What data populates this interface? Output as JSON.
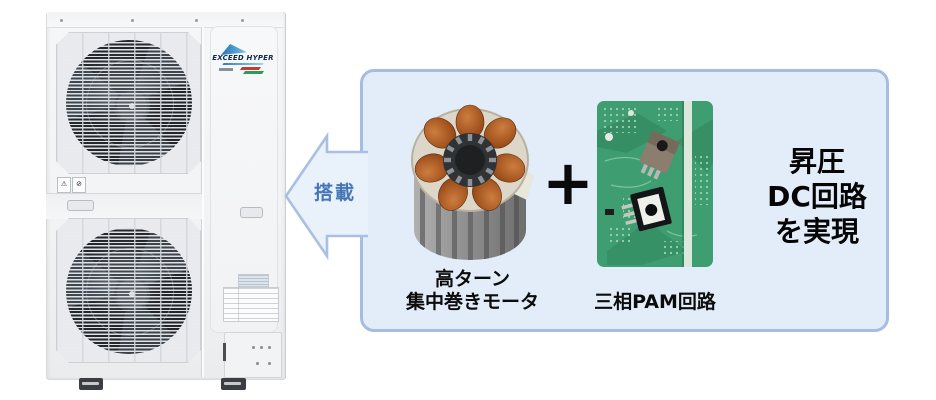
{
  "figure": {
    "unit": {
      "brand": "EXCEED HYPER"
    },
    "arrow": {
      "label": "搭載"
    },
    "panel": {
      "motor_caption": [
        "高ターン",
        "集中巻きモータ"
      ],
      "plus": "+",
      "pcb_caption": "三相PAM回路",
      "result": [
        "昇圧",
        "DC回路",
        "を実現"
      ]
    },
    "icons": {
      "warning": "⚠",
      "prohibition": "⊘"
    },
    "colors": {
      "panel_bg": "#e3edf9",
      "panel_border": "#a6bde0",
      "arrow_label_blue": "#4577b6",
      "pcb_green": "#3f9e71",
      "coil_copper": "#a3541f"
    }
  }
}
